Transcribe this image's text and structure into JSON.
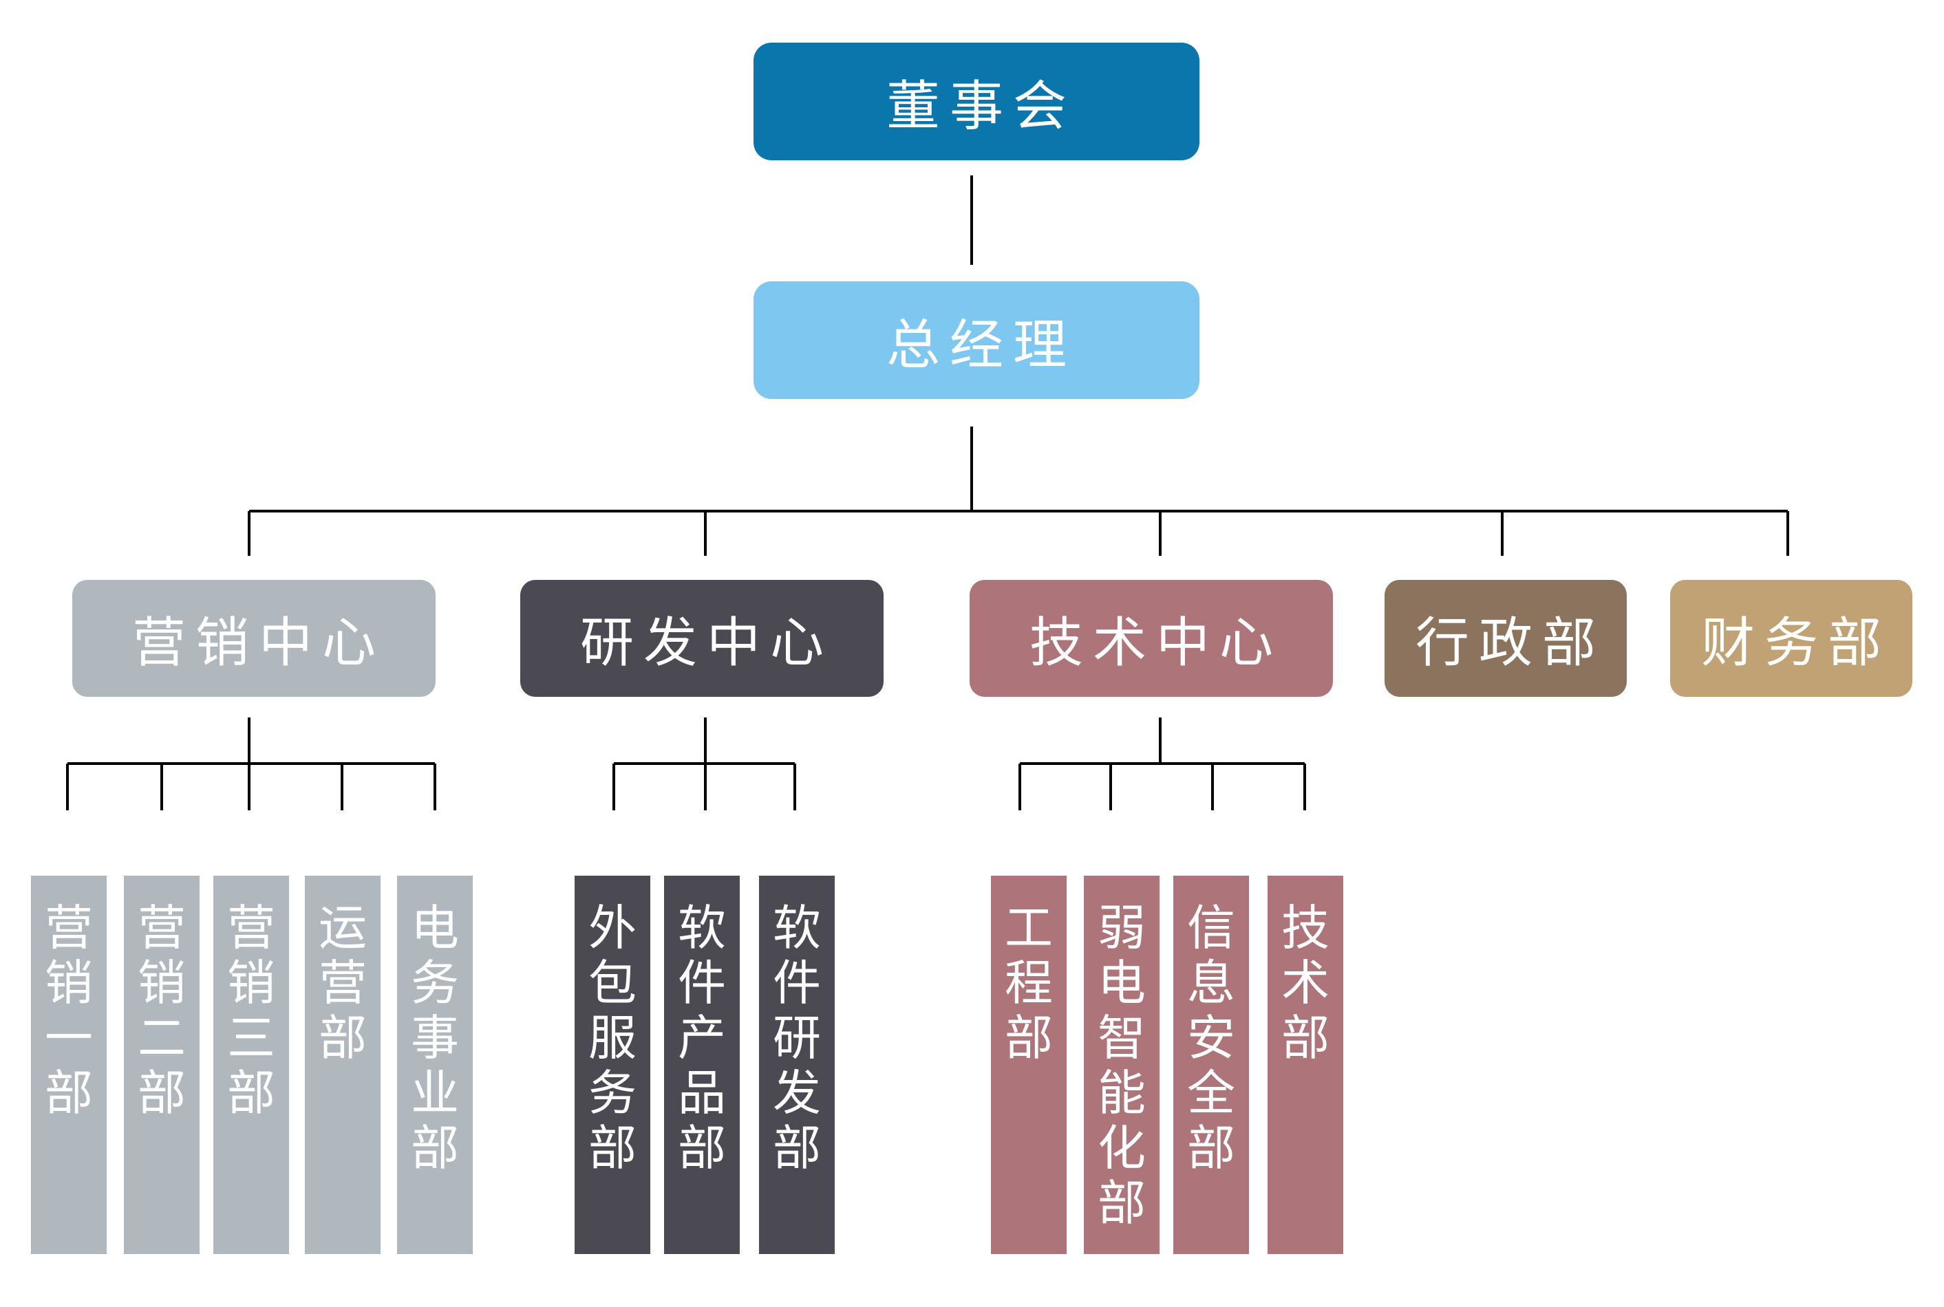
{
  "colors": {
    "line": "#000000",
    "board": "#0b76ac",
    "gm": "#7dc7f0",
    "marketing": "#b0b7bd",
    "rnd": "#4b4a52",
    "tech": "#ad7479",
    "admin": "#8b735e",
    "finance": "#c1a275"
  },
  "board": {
    "label": "董事会"
  },
  "gm": {
    "label": "总经理"
  },
  "centers": [
    {
      "label": "营销中心",
      "color_key": "marketing",
      "depts": [
        "营销一部",
        "营销二部",
        "营销三部",
        "运营部",
        "电务事业部"
      ]
    },
    {
      "label": "研发中心",
      "color_key": "rnd",
      "depts": [
        "外包服务部",
        "软件产品部",
        "软件研发部"
      ]
    },
    {
      "label": "技术中心",
      "color_key": "tech",
      "depts": [
        "工程部",
        "弱电智能化部",
        "信息安全部",
        "技术部"
      ]
    },
    {
      "label": "行政部",
      "color_key": "admin",
      "depts": []
    },
    {
      "label": "财务部",
      "color_key": "finance",
      "depts": []
    }
  ]
}
